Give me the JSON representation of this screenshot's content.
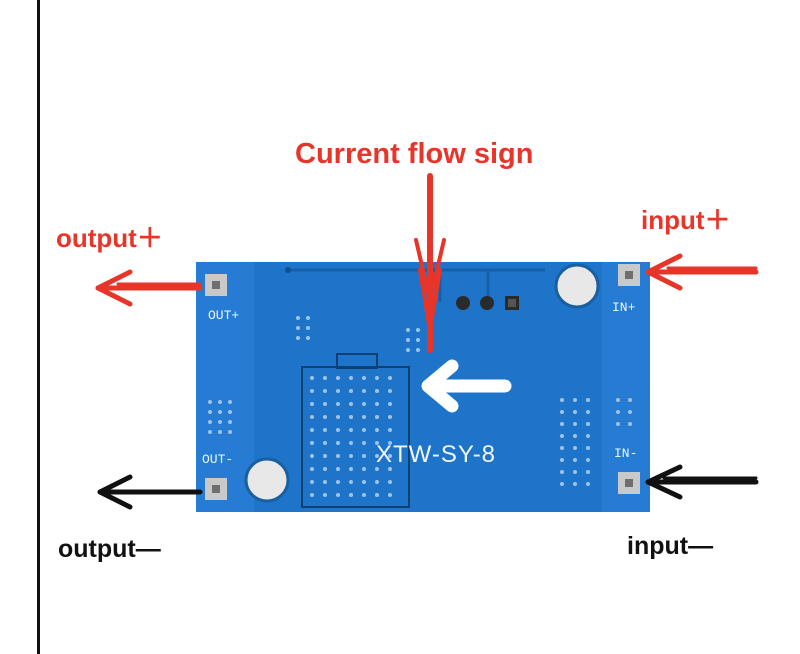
{
  "labels": {
    "title": "Current flow sign",
    "output_plus": "output＋",
    "input_plus": "input＋",
    "output_minus": "output—",
    "input_minus": "input—"
  },
  "board": {
    "model": "XTW-SY-8",
    "out_plus": "OUT+",
    "out_minus": "OUT-",
    "in_plus": "IN+",
    "in_minus": "IN-"
  },
  "colors": {
    "board_blue": "#1d74c9",
    "label_red": "#e8352a",
    "arrow_black": "#111111",
    "silkscreen": "#f2f6ff",
    "pad_gray": "#c9c9c9"
  },
  "icons": {
    "current_direction": "left-arrow-icon"
  }
}
